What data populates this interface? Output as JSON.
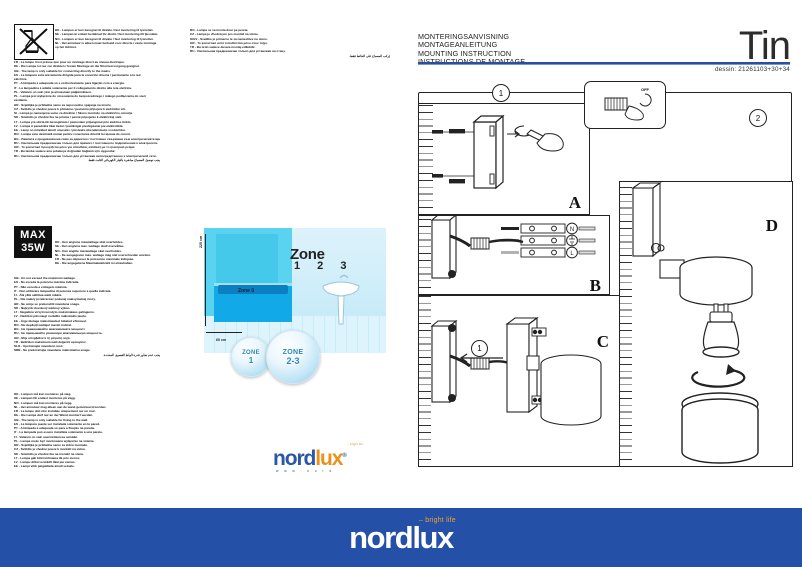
{
  "header": {
    "instruction_titles": [
      "MONTERINGSANVISNING",
      "MONTAGEANLEITUNG",
      "MOUNTING INSTRUCTION",
      "INSTRUCTIONS DE MONTAGE"
    ],
    "product_name": "Tin",
    "drawing_ref": "dessin: 21261103+30+34",
    "rule_color": "#2b4f9e"
  },
  "warning_icon": {
    "name": "no-direct-mount-crossed-lamp-icon"
  },
  "text_block_1": [
    "DK - Lampen er kun beregnet til direkte / fast montering til lysnettet.",
    "SE - Lampan är enbart beräknad för direkt / fast montering till ljusnätet.",
    "NO - Lampen er kun beregnet til direkte / fast montering til lysnettet.",
    "NL - Het armatuur is alleen maar bedoeld voor directe / vaste montage",
    "op het lichtnet.",
    "FR - La lampe n'est prévue que pour un montage direct au niveau électrique.",
    "DE - Die Lampe ist nur zur direkten / festen Montage an die Stromversorgung geeignet.",
    "GB - The lamp is only suitable for connecting directly to the mains.",
    "ES - La lámpara está únicamente dirigida para la conexión directa / permanente a la red",
    "eléctrica.",
    "PT - A lâmpada é adequada só e exclusivamente para ligação com a energia.",
    "IT - La lampadina è adatta solamente per il collegamento diretto alla rete elettrica.",
    "PL - Valaisin on vain yksi ja ainoastaan pääjännitteen.",
    "PL - Lampa jest wyłącznie do stosowania do bezpośredniego / stałego podłączenia do sieci",
    "zasilania.",
    "HR - Svjetiljka je prikladna samo za neposredno spajanje na mrežu.",
    "CZ - Svítidlo je vhodné pouze k přímému / pevnému připojení k elektrické síti.",
    "SI - Lampa je namenjena samo za direktno / fiksno montažo na električno omrežje.",
    "SK - Svietidlo je vhodné iba na priame / pevné pripojenie k elektrickej sieti.",
    "LT - Lempa yra skirta tik tiesioginiam / pastoviam prijungimui prie elektros tinklo.",
    "LV - Lampa ir paredzēta tikai tiešai / pastāvīgai pieslēgšanai pie elektrotīkla.",
    "EE - Lamp on mõeldud ainult otseseks / püsivaks ühendamiseks vooluvõrku.",
    "RO - Lampa este destinată numai pentru conectarea directă la rețeaua de curent.",
    "BG - Лампата е предназначена само за директно / постоянно свързване към електрическата мрежа.",
    "RU - Светильник предназначен только для прямого / постоянного подключения к электросети.",
    "GR - Το φωτιστικό προορίζεται μόνο για απευθείας σύνδεση με το ηλεκτρικό ρεύμα.",
    "TR - Bu lamba sadece ana şebekeye doğrudan bağlantı için uygundur.",
    "RU - Светильник предназначен только для установки непосредственно к электрической сети."
  ],
  "text_block_1_rtl": "يجب توصيل المصباح مباشرة بالتيار الكهربائي الثابت فقط.",
  "text_block_2": [
    "RO - Lampa se va monta doar pe perete.",
    "CZ - Lampa je vhodná jen pro montáž na stěnu.",
    "SI/LV - Svetilko je primerno le za namestitev na steno.",
    "GR - Το φωτιστικό αυτό τοποθετείται μόνο στον τοίχο.",
    "TR - Bu ürün sadece duvara montaj edilebilir.",
    "RU - Светильник предназначен только для установки на стену."
  ],
  "text_block_2_rtl": "يُركب المصباح على الحائط فقط.",
  "max_badge": {
    "line1": "MAX",
    "line2": "35W"
  },
  "text_block_3": [
    "DK - Den angivne maxwattage skal overholdes.",
    "SE - Den angivna max. wattage skall övervållas.",
    "NO - Den angitte maxwattage skal overholdes.",
    "NL - De aangegeven max. wattage mag niet overschreden worden.",
    "FR - Ne pas dépasser la puissance maximale indiquée.",
    "DE - Die angegebene Maximalwattzahl ist einzuhalten.",
    "GB - Do not exceed the maximum wattage.",
    "ES - No exceda la potencia máxima indicada.",
    "PT - Não exceda a voltagem máxima.",
    "IT - Non utilizzare lampadine di potenza superiore a quella indicata.",
    "FI - Älä ylitä sallittua watti määrä.",
    "PL - Nie należy przekraczać podanej maksymalnej mocy.",
    "HR - Ne smije se prekoračiti navedena snaga.",
    "SK - Najvyšší dovolený wattový výkon.",
    "LT - Negalima viršyti nurodyto maksimalaus galingumo.",
    "LV - Nedrīkst pārsniegt norādīto maksimālo jaudu.",
    "EE - Ärge ületage maksimaalset lubatud võimsust.",
    "RO - Nu depășiți wattajul maxim indicat.",
    "BG - Не превишавайте максималната мощност.",
    "RU - Не превышайте указанную максимальную мощность.",
    "GR - Μην υπερβαίνετε τη μέγιστη ισχύ.",
    "TR - Belirtilen maksimum watt değerini aşmayınız.",
    "SLO - Upoštevajte navedeno moč.",
    "SRB - Ne prekoračujte navedenu maksimalnu snagu."
  ],
  "text_block_3_rtl": "يجب عدم تجاوز قدرة الواط القصوى المحددة.",
  "zone_figure": {
    "title": "Zone",
    "numbers": "1 2 3",
    "zone_zero_label": "Zone 0",
    "height_label": "225 cm",
    "width_label": "60 cm",
    "badges": [
      {
        "name": "zone-1-badge",
        "top": "ZONE",
        "value": "1"
      },
      {
        "name": "zone-2-3-badge",
        "top": "ZONE",
        "value": "2-3"
      }
    ]
  },
  "text_block_4": [
    "DK - Lampen må kun monteres på væg.",
    "SE - Lampan får endast monteras på vägg.",
    "NO - Lampen må kun monteres på vegg.",
    "NL - Het armatuur mag alleen aan de wand gemonteerd worden.",
    "FR - La lampe doit être installée uniquement sur un mur.",
    "DE - Die Lampe darf nur an der Wand montiert werden.",
    "GB - The lamp is only suitable for fixing to the wall.",
    "ES - La lámpara puede ser instalada solamente en la pared.",
    "PT - A lâmpada é adequada só para a fixação na parede.",
    "IT - La lampada può essere installata solamente a una parete.",
    "FI - Valaisin on vain asennettavissa seinään.",
    "PL - Lampa może być montowana wyłącznie na ścianie.",
    "HR - Svjetiljka je prikladna samo za zidnu montažu.",
    "CZ - Svítidlo je vhodné pouze k montáži na stěnu.",
    "SK - Svietidlo je vhodné iba na montáž na stenu.",
    "LT - Lempa gali būti tvirtinama tik prie sienos.",
    "LV - Lampu drīkst uzstādīt tikai pie sienas.",
    "EE - Lampi võib paigaldada ainult seinale."
  ],
  "drawing": {
    "panels": [
      {
        "name": "panel-a",
        "label": "A"
      },
      {
        "name": "panel-b",
        "label": "B"
      },
      {
        "name": "panel-c",
        "label": "C"
      },
      {
        "name": "panel-d",
        "label": "D"
      }
    ],
    "steps": [
      {
        "name": "step-circle-1",
        "label": "1"
      },
      {
        "name": "step-circle-2",
        "label": "2"
      },
      {
        "name": "step-circle-inline-1",
        "label": "1"
      }
    ],
    "switch_label": "OFF",
    "terminal_labels": [
      "N",
      "E",
      "L"
    ]
  },
  "logo_small": {
    "tagline": "– bright life",
    "word_nord": "nord",
    "word_lux": "lux",
    "registered": "®",
    "url": "w w w . n o r d"
  },
  "banner": {
    "tagline": "– bright life",
    "word": "nordlux",
    "background": "#2550a8"
  }
}
